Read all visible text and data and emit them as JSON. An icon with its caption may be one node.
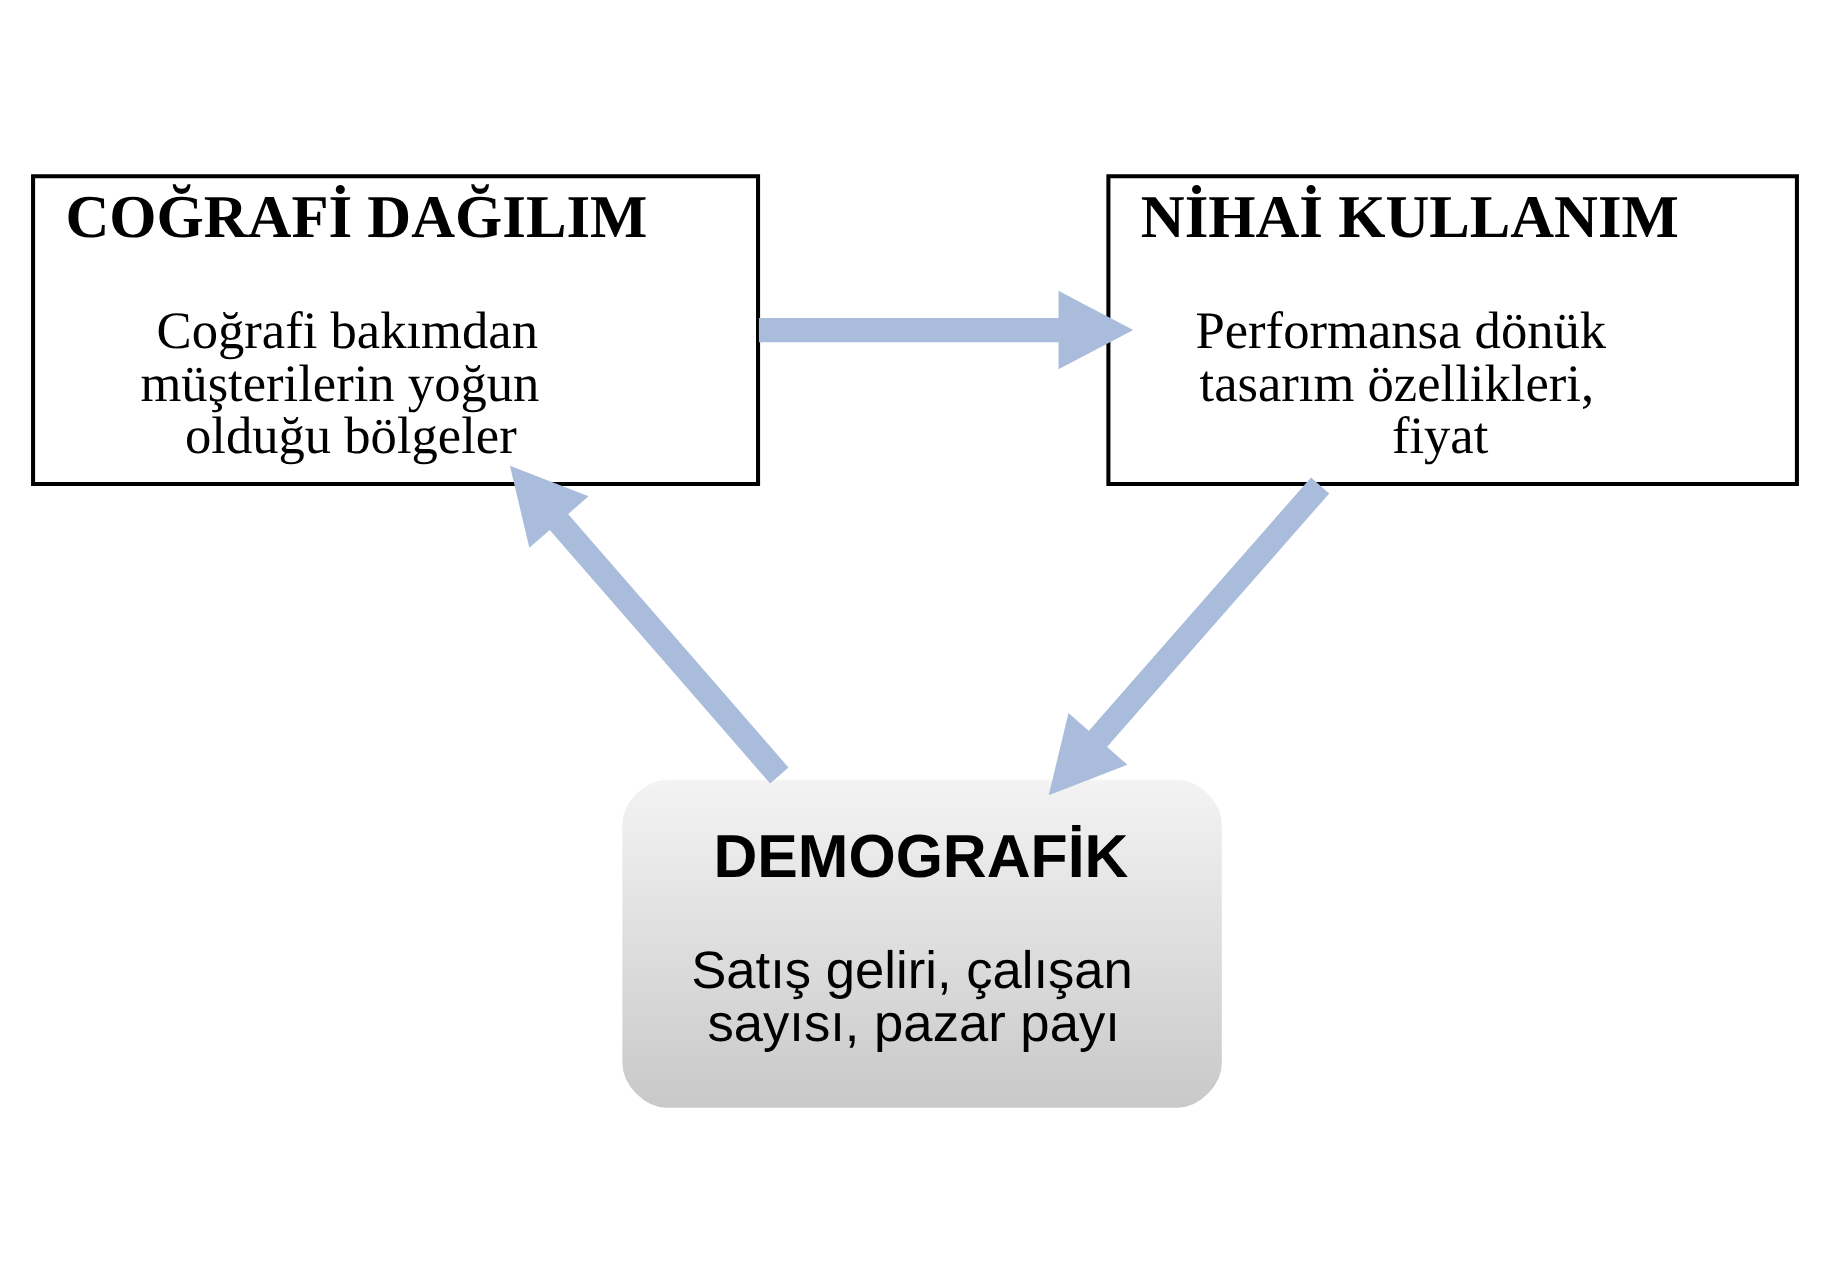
{
  "diagram": {
    "nodes": [
      {
        "text": [
          "COĞRAFİ DAĞILIM",
          "Coğrafi bakımdan müşterilerin yoğun olduğu bölgeler"
        ]
      },
      {
        "text": [
          "NİHAİ KULLANIM",
          "Performansa dönük tasarım özellikleri, fiyat"
        ]
      },
      {
        "text": [
          "DEMOGRAFİK",
          "Satış geliri, çalışan sayısı, pazar payı"
        ]
      }
    ],
    "edges": [
      {
        "from": 0,
        "to": 1,
        "arrow": "to"
      },
      {
        "from": 1,
        "to": 2,
        "arrow": "to"
      },
      {
        "from": 2,
        "to": 0,
        "arrow": "to"
      }
    ]
  }
}
